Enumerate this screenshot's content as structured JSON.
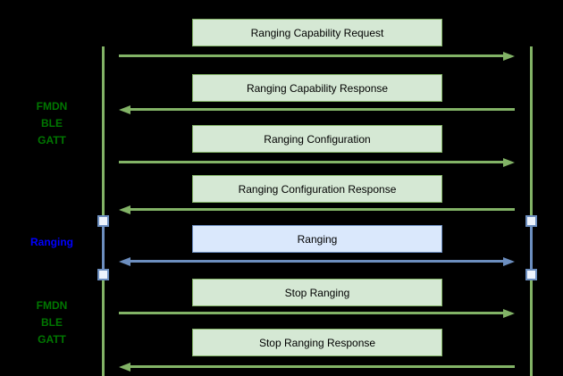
{
  "colors": {
    "background": "#000000",
    "green_fill": "#d5e8d4",
    "green_stroke": "#82b366",
    "blue_fill": "#dae8fc",
    "blue_stroke": "#6c8ebf",
    "activation_fill": "#edf3fc",
    "phase_label_green": "#007700",
    "phase_label_blue": "#0000ff",
    "message_text": "#000000"
  },
  "phase_labels": [
    {
      "id": "fmdn-ble-gatt-top",
      "lines": [
        "FMDN",
        "BLE",
        "GATT"
      ],
      "color": "green"
    },
    {
      "id": "ranging",
      "lines": [
        "Ranging"
      ],
      "color": "blue"
    },
    {
      "id": "fmdn-ble-gatt-bottom",
      "lines": [
        "FMDN",
        "BLE",
        "GATT"
      ],
      "color": "green"
    }
  ],
  "messages": [
    {
      "label": "Ranging Capability Request",
      "direction": "right",
      "style": "green"
    },
    {
      "label": "Ranging Capability Response",
      "direction": "left",
      "style": "green"
    },
    {
      "label": "Ranging Configuration",
      "direction": "right",
      "style": "green"
    },
    {
      "label": "Ranging Configuration Response",
      "direction": "left",
      "style": "green"
    },
    {
      "label": "Ranging",
      "direction": "both",
      "style": "blue"
    },
    {
      "label": "Stop Ranging",
      "direction": "right",
      "style": "green"
    },
    {
      "label": "Stop Ranging Response",
      "direction": "left",
      "style": "green"
    }
  ]
}
